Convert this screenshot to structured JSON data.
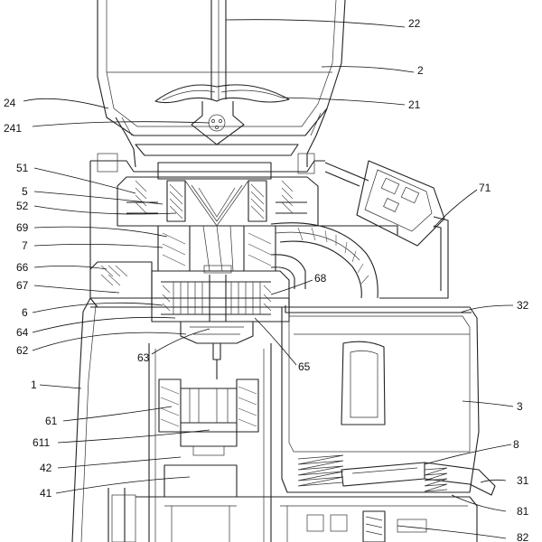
{
  "labels": {
    "l22": "22",
    "l2": "2",
    "l24": "24",
    "l21": "21",
    "l241": "241",
    "l51": "51",
    "l5": "5",
    "l52": "52",
    "l69": "69",
    "l71": "71",
    "l7": "7",
    "l66": "66",
    "l67": "67",
    "l68": "68",
    "l6": "6",
    "l32": "32",
    "l64": "64",
    "l62": "62",
    "l63": "63",
    "l65": "65",
    "l1": "1",
    "l3": "3",
    "l61": "61",
    "l611": "611",
    "l8": "8",
    "l42": "42",
    "l31": "31",
    "l41": "41",
    "l81": "81",
    "l82": "82"
  }
}
